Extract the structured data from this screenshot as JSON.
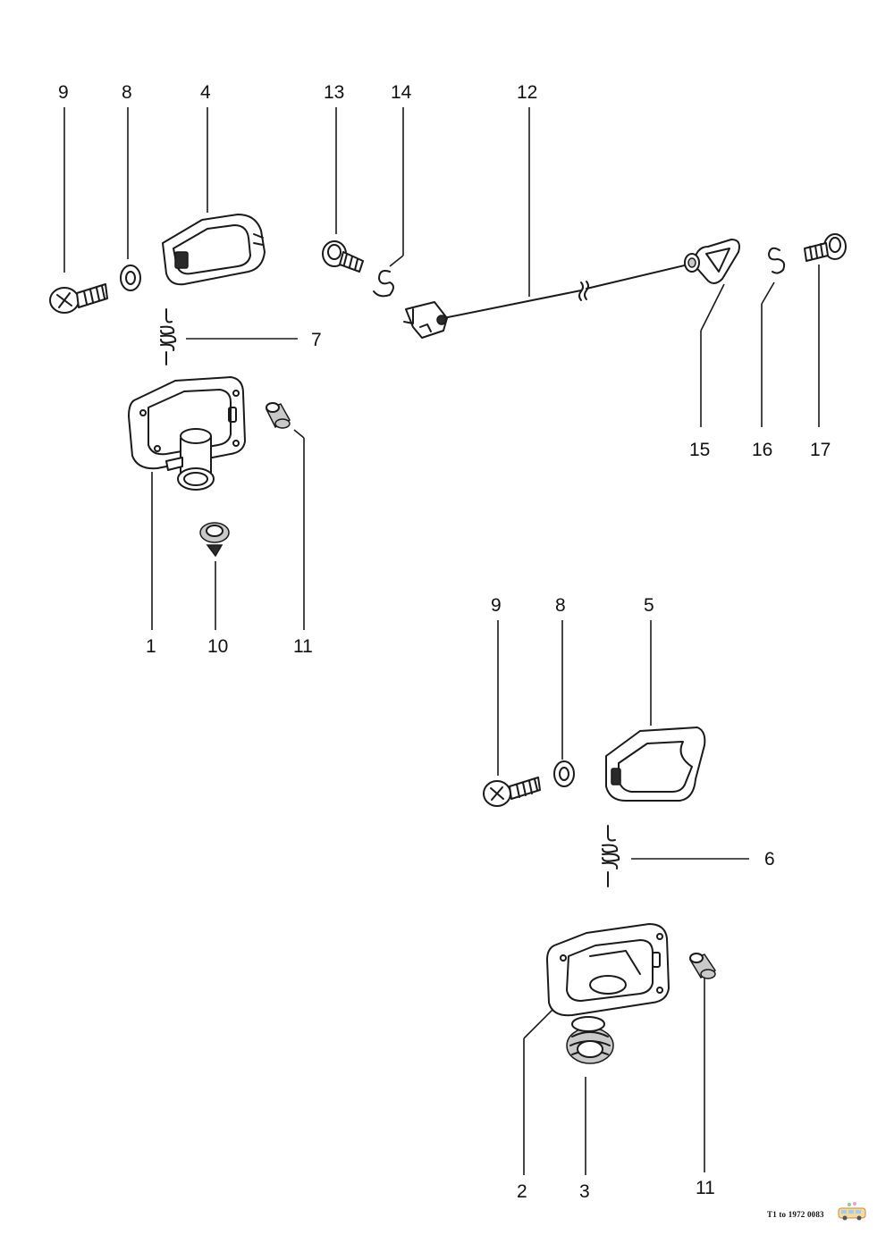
{
  "callouts": {
    "top_left": [
      "9",
      "8",
      "4",
      "7",
      "1",
      "10",
      "11"
    ],
    "top_right": [
      "13",
      "14",
      "12",
      "15",
      "16",
      "17"
    ],
    "bottom": [
      "9",
      "8",
      "5",
      "6",
      "2",
      "3",
      "11"
    ]
  },
  "footer": {
    "caption": "T1 to 1972 0083",
    "logo_icon": "vw-bus-logo"
  }
}
